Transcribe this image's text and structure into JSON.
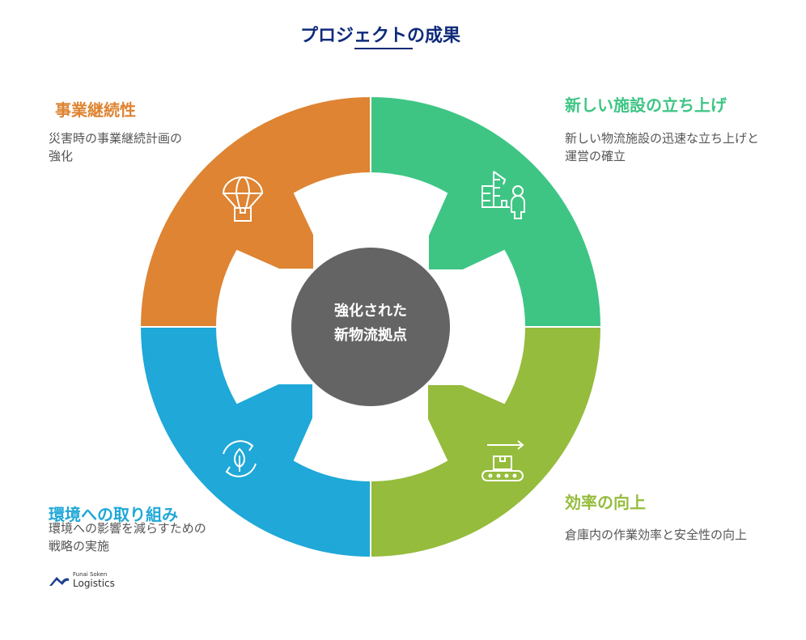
{
  "title": "プロジェクトの成果",
  "center": {
    "line1": "強化された",
    "line2": "新物流拠点"
  },
  "segments": [
    {
      "id": "business-continuity",
      "heading": "事業継続性",
      "description_lines": [
        "災害時の事業継続計画の",
        "強化"
      ],
      "color": "#DE8432",
      "icon": "parachute-box-icon"
    },
    {
      "id": "new-facility",
      "heading": "新しい施設の立ち上げ",
      "description_lines": [
        "新しい物流施設の迅速な立ち上げと",
        "運営の確立"
      ],
      "color": "#3EC584",
      "icon": "building-person-icon"
    },
    {
      "id": "efficiency",
      "heading": "効率の向上",
      "description_lines": [
        "倉庫内の作業効率と安全性の向上"
      ],
      "color": "#95BC3C",
      "icon": "conveyor-box-icon"
    },
    {
      "id": "environment",
      "heading": "環境への取り組み",
      "description_lines": [
        "環境への影響を減らすための",
        "戦略の実施"
      ],
      "color": "#1FA8D8",
      "icon": "recycle-leaf-icon"
    }
  ],
  "center_color": "#646464",
  "logo": {
    "small": "Funai Soken",
    "big": "Logistics"
  }
}
